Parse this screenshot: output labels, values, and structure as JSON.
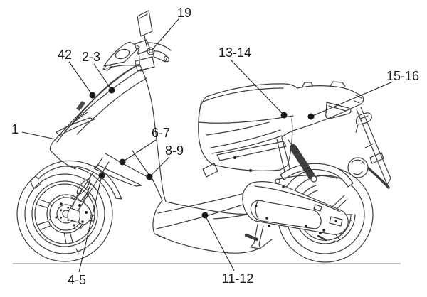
{
  "diagram": {
    "type": "scooter-parts-callout-diagram",
    "description": "Side view technical line drawing of a scooter with numbered part callouts and leader lines",
    "colors": {
      "background": "#ffffff",
      "ink": "#3d3d3d",
      "label": "#1a1a1a",
      "ground": "#9a9a9a"
    },
    "callouts": [
      {
        "label": "19"
      },
      {
        "label": "42"
      },
      {
        "label": "2-3"
      },
      {
        "label": "13-14"
      },
      {
        "label": "15-16"
      },
      {
        "label": "1"
      },
      {
        "label": "6-7"
      },
      {
        "label": "8-9"
      },
      {
        "label": "4-5"
      },
      {
        "label": "11-12"
      }
    ]
  }
}
